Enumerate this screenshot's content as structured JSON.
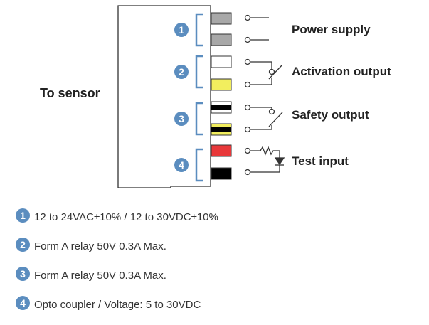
{
  "sensor_label": "To sensor",
  "outputs": [
    {
      "badge": "1",
      "label": "Power supply"
    },
    {
      "badge": "2",
      "label": "Activation output"
    },
    {
      "badge": "3",
      "label": "Safety output"
    },
    {
      "badge": "4",
      "label": "Test input"
    }
  ],
  "specs": [
    {
      "badge": "1",
      "text": "12 to 24VAC±10% / 12 to 30VDC±10%"
    },
    {
      "badge": "2",
      "text": "Form A relay 50V 0.3A Max."
    },
    {
      "badge": "3",
      "text": "Form A relay 50V 0.3A Max."
    },
    {
      "badge": "4",
      "text": "Opto coupler / Voltage: 5 to 30VDC"
    }
  ],
  "colors": {
    "badge": "#5b8dbf",
    "bracket": "#5b8dbf",
    "wire_gray": "#a8a8a8",
    "wire_yellow": "#f2ee5e",
    "wire_red": "#e8383a",
    "wire_black": "#000000",
    "line": "#333333"
  }
}
